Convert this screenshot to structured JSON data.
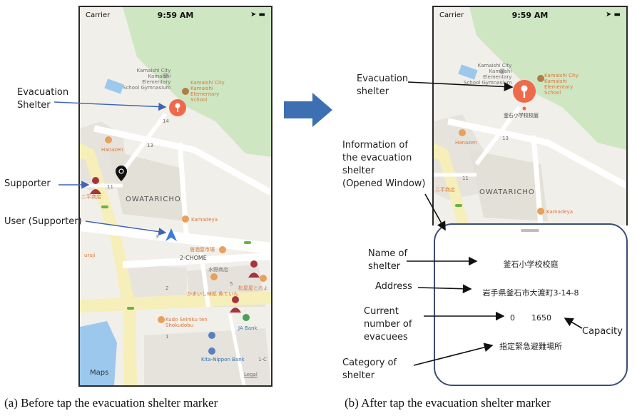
{
  "status_bar": {
    "carrier": "Carrier",
    "time": "9:59 AM"
  },
  "map_a": {
    "labels": {
      "gym": "Kamaishi City\nKamaishi\nElementary\nSchool Gymnasium",
      "school": "Kamaishi City\nKamaishi\nElementary\nSchool",
      "num_14": "14",
      "num_13": "13",
      "num_11": "11",
      "num_3": "3",
      "num_5": "5",
      "num_2": "2",
      "num_1": "1",
      "hanazen": "Hanazen",
      "nisen": "二平商店",
      "owaricho": "OWATARICHO",
      "kamadeya": "Kamadeya",
      "chome": "2-CHOME",
      "mizuno": "水野商店",
      "kamaishi_shop": "かまいし味処 魚ていん",
      "matsuya": "松屋屋とれよ",
      "kudo": "Kudo Seiniku ten\nShokudobu",
      "ja_bank": "JA Bank",
      "kita_bank": "Kita-Nippon Bank",
      "uruji": "uruji",
      "maps": "Maps",
      "legal": "Legal",
      "one_c": "1-C",
      "fishing": "居酒屋市場"
    }
  },
  "map_b": {
    "labels": {
      "gym": "Kamaishi City\nKamaishi\nElementary\nSchool Gymnasium",
      "school": "Kamaishi City\nKamaishi\nElementary\nSchool",
      "marker_name": "釜石小学校校庭",
      "num_13": "13",
      "num_11": "11",
      "hanazen": "Hanazen",
      "nisen": "二平商店",
      "owaricho": "OWATARICHO",
      "kamadeya": "Kamadeya"
    }
  },
  "sheet": {
    "shelter_name": "釜石小学校校庭",
    "address": "岩手県釜石市大渡町3-14-8",
    "current_evacuees": "0",
    "capacity": "1650",
    "category": "指定緊急避難場所"
  },
  "annotations": {
    "evacuation_shelter_a": "Evacuation\nShelter",
    "supporter": "Supporter",
    "user_supporter": "User (Supporter)",
    "evacuation_shelter_b": "Evacuation\nshelter",
    "info_window": "Information of\nthe evacuation\nshelter\n(Opened Window)",
    "name_of_shelter": "Name of\nshelter",
    "address": "Address",
    "current_number": "Current\nnumber of\nevacuees",
    "capacity": "Capacity",
    "category": "Category of\nshelter"
  },
  "captions": {
    "a": "(a) Before tap the evacuation shelter marker",
    "b": "(b) After tap the evacuation shelter marker"
  },
  "colors": {
    "marker_red": "#ee6a4d",
    "annotation_blue": "#3f63b5",
    "arrow_fill": "#3d6fb3",
    "sheet_border": "#3b4d77",
    "user_arrow": "#3a7de0",
    "supporter_red": "#a8343b"
  }
}
